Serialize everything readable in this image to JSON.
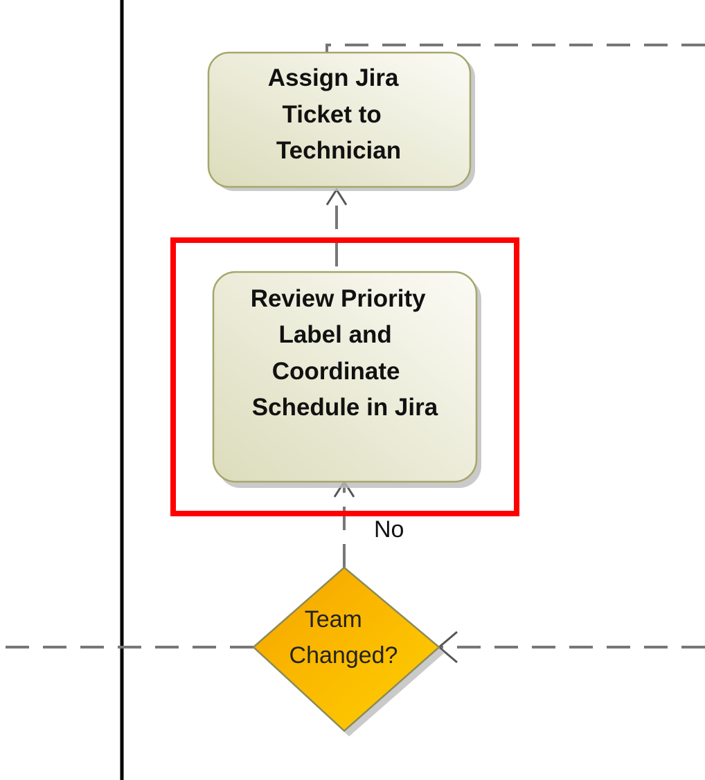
{
  "diagram": {
    "nodes": {
      "assign": {
        "lines": [
          "Assign Jira",
          "Ticket to",
          "Technician"
        ]
      },
      "review": {
        "lines": [
          "Review Priority",
          "Label and",
          "Coordinate",
          "Schedule in Jira"
        ],
        "highlighted": true
      },
      "decision": {
        "lines": [
          "Team",
          "Changed?"
        ]
      }
    },
    "edges": {
      "no_label": "No"
    },
    "colors": {
      "node_fill_start": "#dcdcbc",
      "node_fill_end": "#fbfbf6",
      "node_border": "#a6a66c",
      "decision_fill_start": "#f6a400",
      "decision_fill_end": "#ffd000",
      "decision_border": "#8a8a5a",
      "highlight": "#ff0000",
      "connector": "#777777",
      "lane_line": "#000000"
    }
  }
}
